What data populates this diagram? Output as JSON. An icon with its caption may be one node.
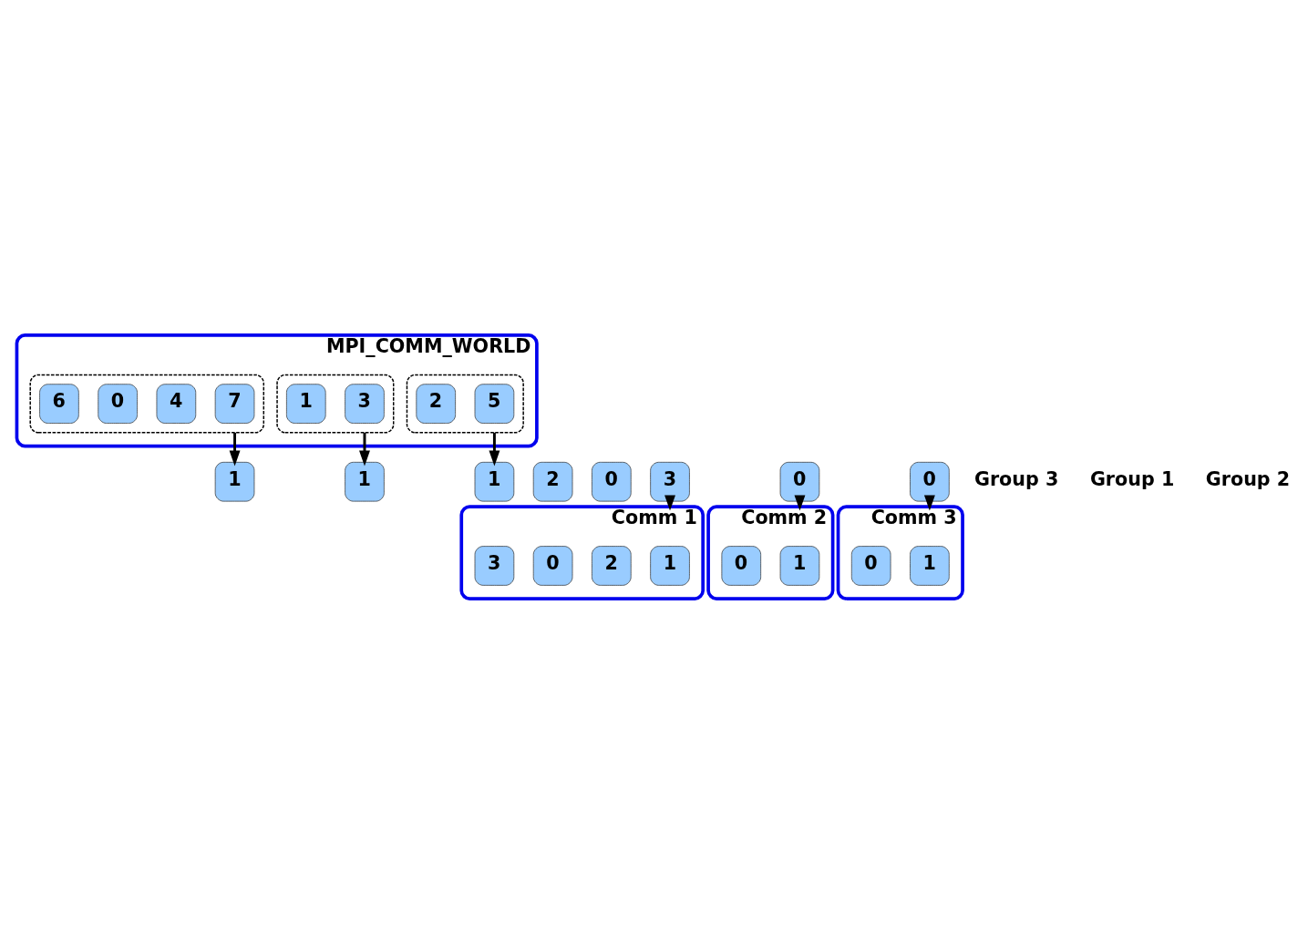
{
  "diagram": {
    "nodes": [
      {
        "text": [
          "MPI_COMM_WORLD"
        ]
      },
      {
        "text": [],
        "shape": "ellipse",
        "in": 0
      },
      {
        "text": [
          "7"
        ],
        "in": 1
      },
      {
        "text": [
          "4"
        ],
        "in": 1
      },
      {
        "text": [
          "0"
        ],
        "in": 1
      },
      {
        "text": [
          "6"
        ],
        "in": 1
      },
      {
        "text": [],
        "shape": "ellipse",
        "in": 0
      },
      {
        "text": [
          "3"
        ],
        "in": 6
      },
      {
        "text": [
          "1"
        ],
        "in": 6
      },
      {
        "text": [],
        "shape": "ellipse",
        "in": 0
      },
      {
        "text": [
          "5"
        ],
        "in": 9
      },
      {
        "text": [
          "2"
        ],
        "in": 9
      },
      {
        "text": [
          "1"
        ]
      },
      {
        "text": [
          "2"
        ]
      },
      {
        "text": [
          "0"
        ]
      },
      {
        "text": [
          "3"
        ]
      },
      {
        "text": [
          "Comm 1"
        ]
      },
      {
        "text": [
          "1"
        ],
        "in": 16
      },
      {
        "text": [
          "2"
        ],
        "in": 16
      },
      {
        "text": [
          "0"
        ],
        "in": 16
      },
      {
        "text": [
          "3"
        ],
        "in": 16
      },
      {
        "text": [
          "1"
        ]
      },
      {
        "text": [
          "0"
        ]
      },
      {
        "text": [
          "Comm 2"
        ]
      },
      {
        "text": [
          "1"
        ],
        "in": 23
      },
      {
        "text": [
          "0"
        ],
        "in": 23
      },
      {
        "text": [
          "1"
        ]
      },
      {
        "text": [
          "0"
        ]
      },
      {
        "text": [
          "Comm 3"
        ]
      },
      {
        "text": [
          "1"
        ],
        "in": 28
      },
      {
        "text": [
          "0"
        ],
        "in": 28
      }
    ],
    "edges": [
      {
        "from": 1,
        "to": 12,
        "arrow": "to"
      },
      {
        "from": 6,
        "to": 21,
        "arrow": "to"
      },
      {
        "from": 9,
        "to": 26,
        "arrow": "to"
      },
      {
        "from": 15,
        "to": 16,
        "arrow": "to"
      },
      {
        "from": 22,
        "to": 23,
        "arrow": "to"
      },
      {
        "from": 27,
        "to": 28,
        "arrow": "to"
      }
    ],
    "labels": [
      "Group 3",
      "Group 1",
      "Group 2"
    ]
  }
}
